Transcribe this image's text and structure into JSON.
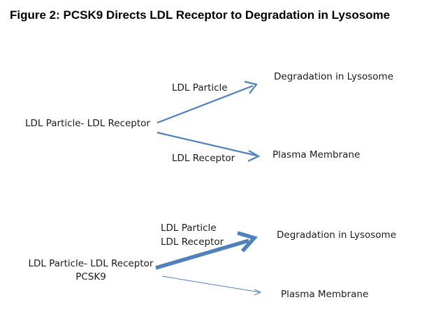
{
  "title": "Figure 2: PCSK9 Directs LDL Receptor to Degradation in Lysosome",
  "diagram_top": {
    "source": "LDL Particle- LDL Receptor",
    "upper_edge_label": "LDL Particle",
    "upper_target": "Degradation in Lysosome",
    "lower_edge_label": "LDL Receptor",
    "lower_target": "Plasma Membrane"
  },
  "diagram_bottom": {
    "source_line1": "LDL Particle- LDL Receptor",
    "source_line2": "PCSK9",
    "edge_label_line1": "LDL Particle",
    "edge_label_line2": "LDL Receptor",
    "upper_target": "Degradation in Lysosome",
    "lower_target": "Plasma Membrane"
  },
  "colors": {
    "arrow": "#4F81BD"
  }
}
